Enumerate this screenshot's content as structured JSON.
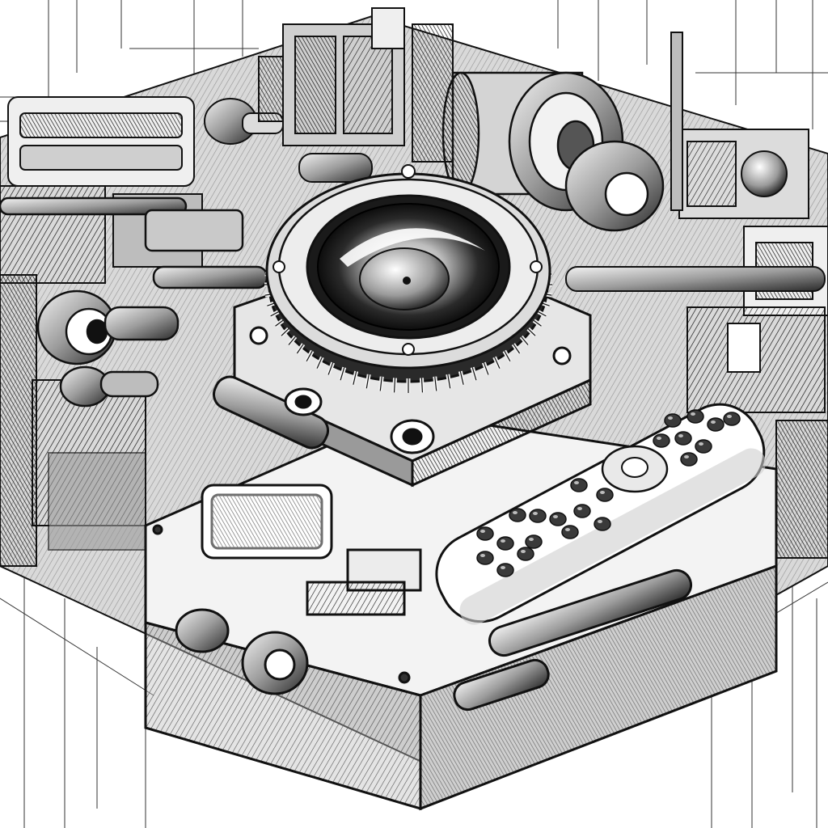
{
  "palette": {
    "ink": "#111111",
    "dark": "#2a2a2a",
    "mid": "#777777",
    "light": "#bdbdbd",
    "paper": "#ffffff",
    "highlight": "#ececec"
  },
  "objects": {
    "speaker": "speaker-with-gear-ring",
    "remote": "remote-control",
    "console": "isometric-console-box",
    "machinery": "mechanical-background"
  },
  "remote_buttons": {
    "count": 22,
    "has_dpad": true
  }
}
